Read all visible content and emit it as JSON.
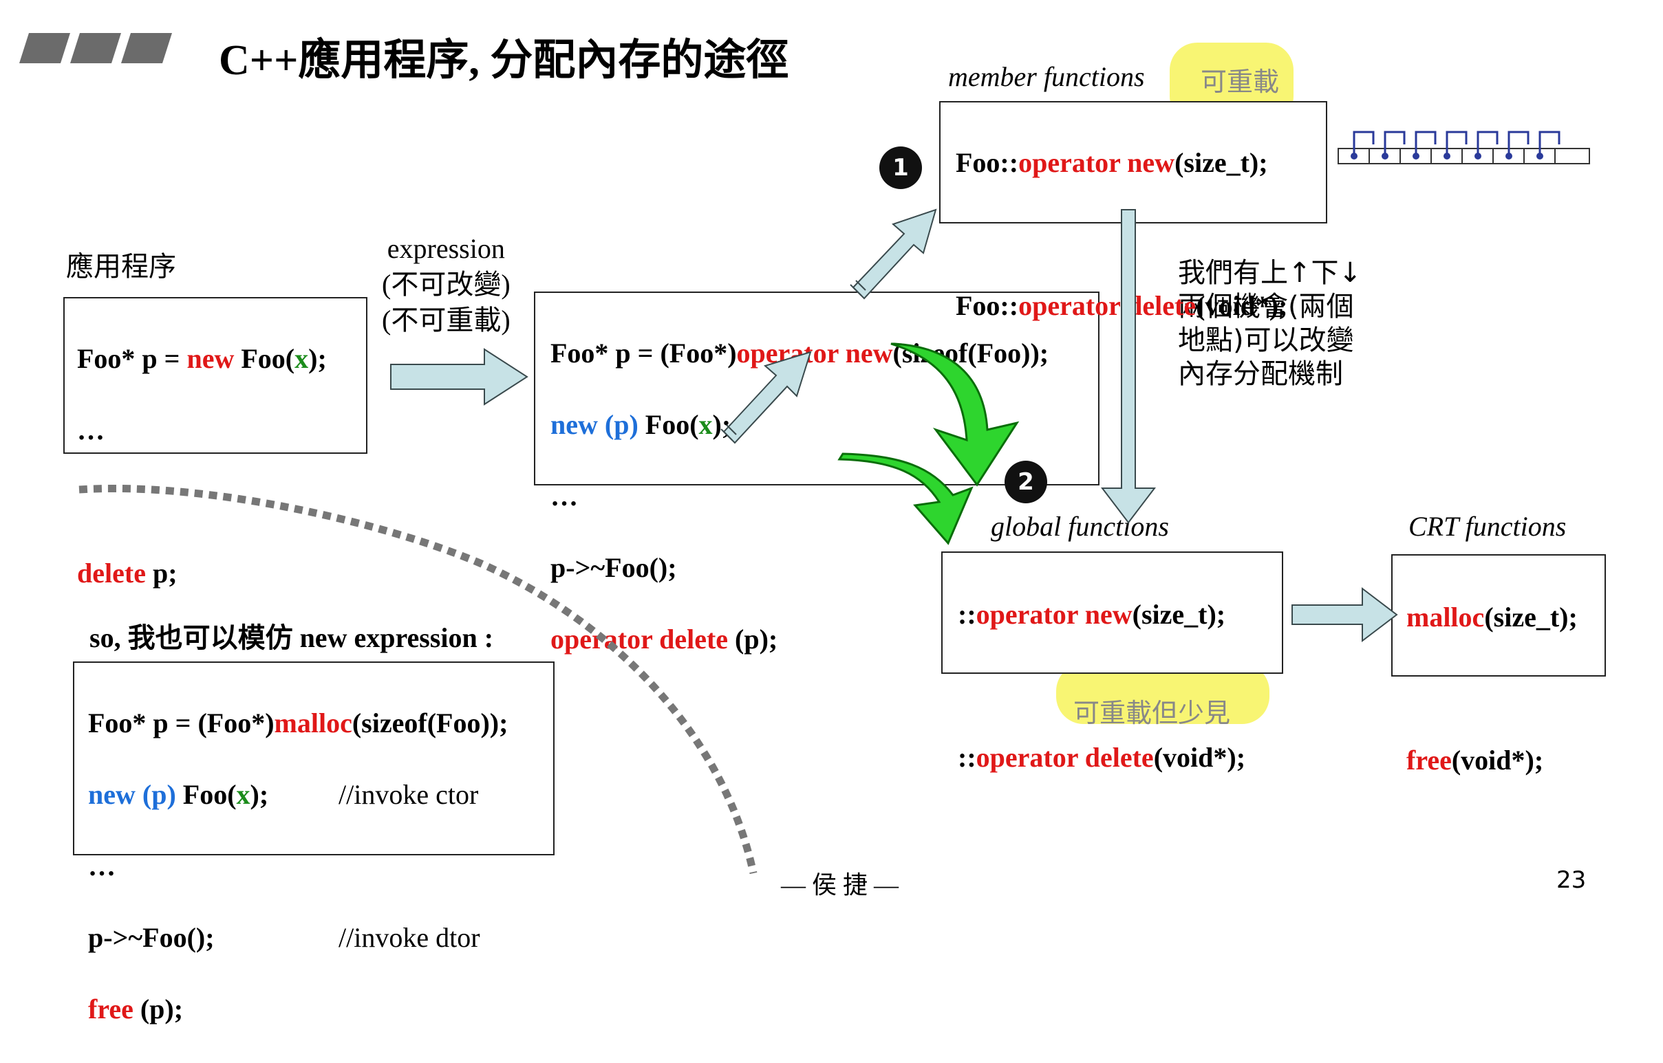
{
  "title": "C++應用程序, 分配內存的途徑",
  "labels": {
    "app": "應用程序",
    "expr_line1": "expression",
    "expr_line2": "(不可改變)",
    "expr_line3": "(不可重載)",
    "member_functions": "member functions",
    "member_note": "可重載",
    "global_functions": "global functions",
    "global_note": "可重載但少見",
    "crt_functions": "CRT functions",
    "so_line": "so, 我也可以模仿 new expression :",
    "side_note": [
      "我們有上↑下↓",
      "兩個機會(兩個",
      "地點)可以改變",
      "內存分配機制"
    ],
    "author": "— 侯 捷 —",
    "page_number": "23",
    "badge1": "1",
    "badge2": "2"
  },
  "app_box": {
    "line1": {
      "a": "Foo* p = ",
      "b": "new",
      "c": " Foo(",
      "d": "x",
      "e": ");"
    },
    "line2": "…",
    "line4": {
      "a": "delete",
      "b": " p;"
    }
  },
  "expr_box": {
    "line1": {
      "a": "Foo* p = (Foo*)",
      "b": "operator new",
      "c": "(sizeof(Foo));"
    },
    "line2": {
      "a": "new (p)",
      "b": " Foo(",
      "c": "x",
      "d": ");"
    },
    "line3": "…",
    "line4": "p->~Foo();",
    "line5": {
      "a": "operator delete",
      "b": " (p);"
    }
  },
  "member_box": {
    "line1": {
      "a": "Foo::",
      "b": "operator new",
      "c": "(size_t);"
    },
    "line2": {
      "a": "Foo::",
      "b": "operator delete",
      "c": "(void*);"
    }
  },
  "global_box": {
    "line1": {
      "a": "::",
      "b": "operator new",
      "c": "(size_t);"
    },
    "line2": {
      "a": "::",
      "b": "operator delete",
      "c": "(void*);"
    }
  },
  "crt_box": {
    "line1": {
      "a": "malloc",
      "b": "(size_t);"
    },
    "line2": {
      "a": "free",
      "b": "(void*);"
    }
  },
  "mimic_box": {
    "line1": {
      "a": "Foo* p = (Foo*)",
      "b": "malloc",
      "c": "(sizeof(Foo));"
    },
    "line2": {
      "a": "new (p)",
      "b": " Foo(",
      "c": "x",
      "d": ");",
      "comment": "//invoke ctor"
    },
    "line3": "…",
    "line4": {
      "a": "p->~Foo();",
      "comment": "//invoke dtor"
    },
    "line5": {
      "a": "free",
      "b": " (p);"
    }
  },
  "colors": {
    "keyword_red": "#e01818",
    "keyword_blue": "#1e6fd9",
    "var_green": "#1b8c1b",
    "arrow_fill": "#c7e2e6",
    "big_arrow": "#22cc22",
    "highlight": "#f7f35a"
  }
}
